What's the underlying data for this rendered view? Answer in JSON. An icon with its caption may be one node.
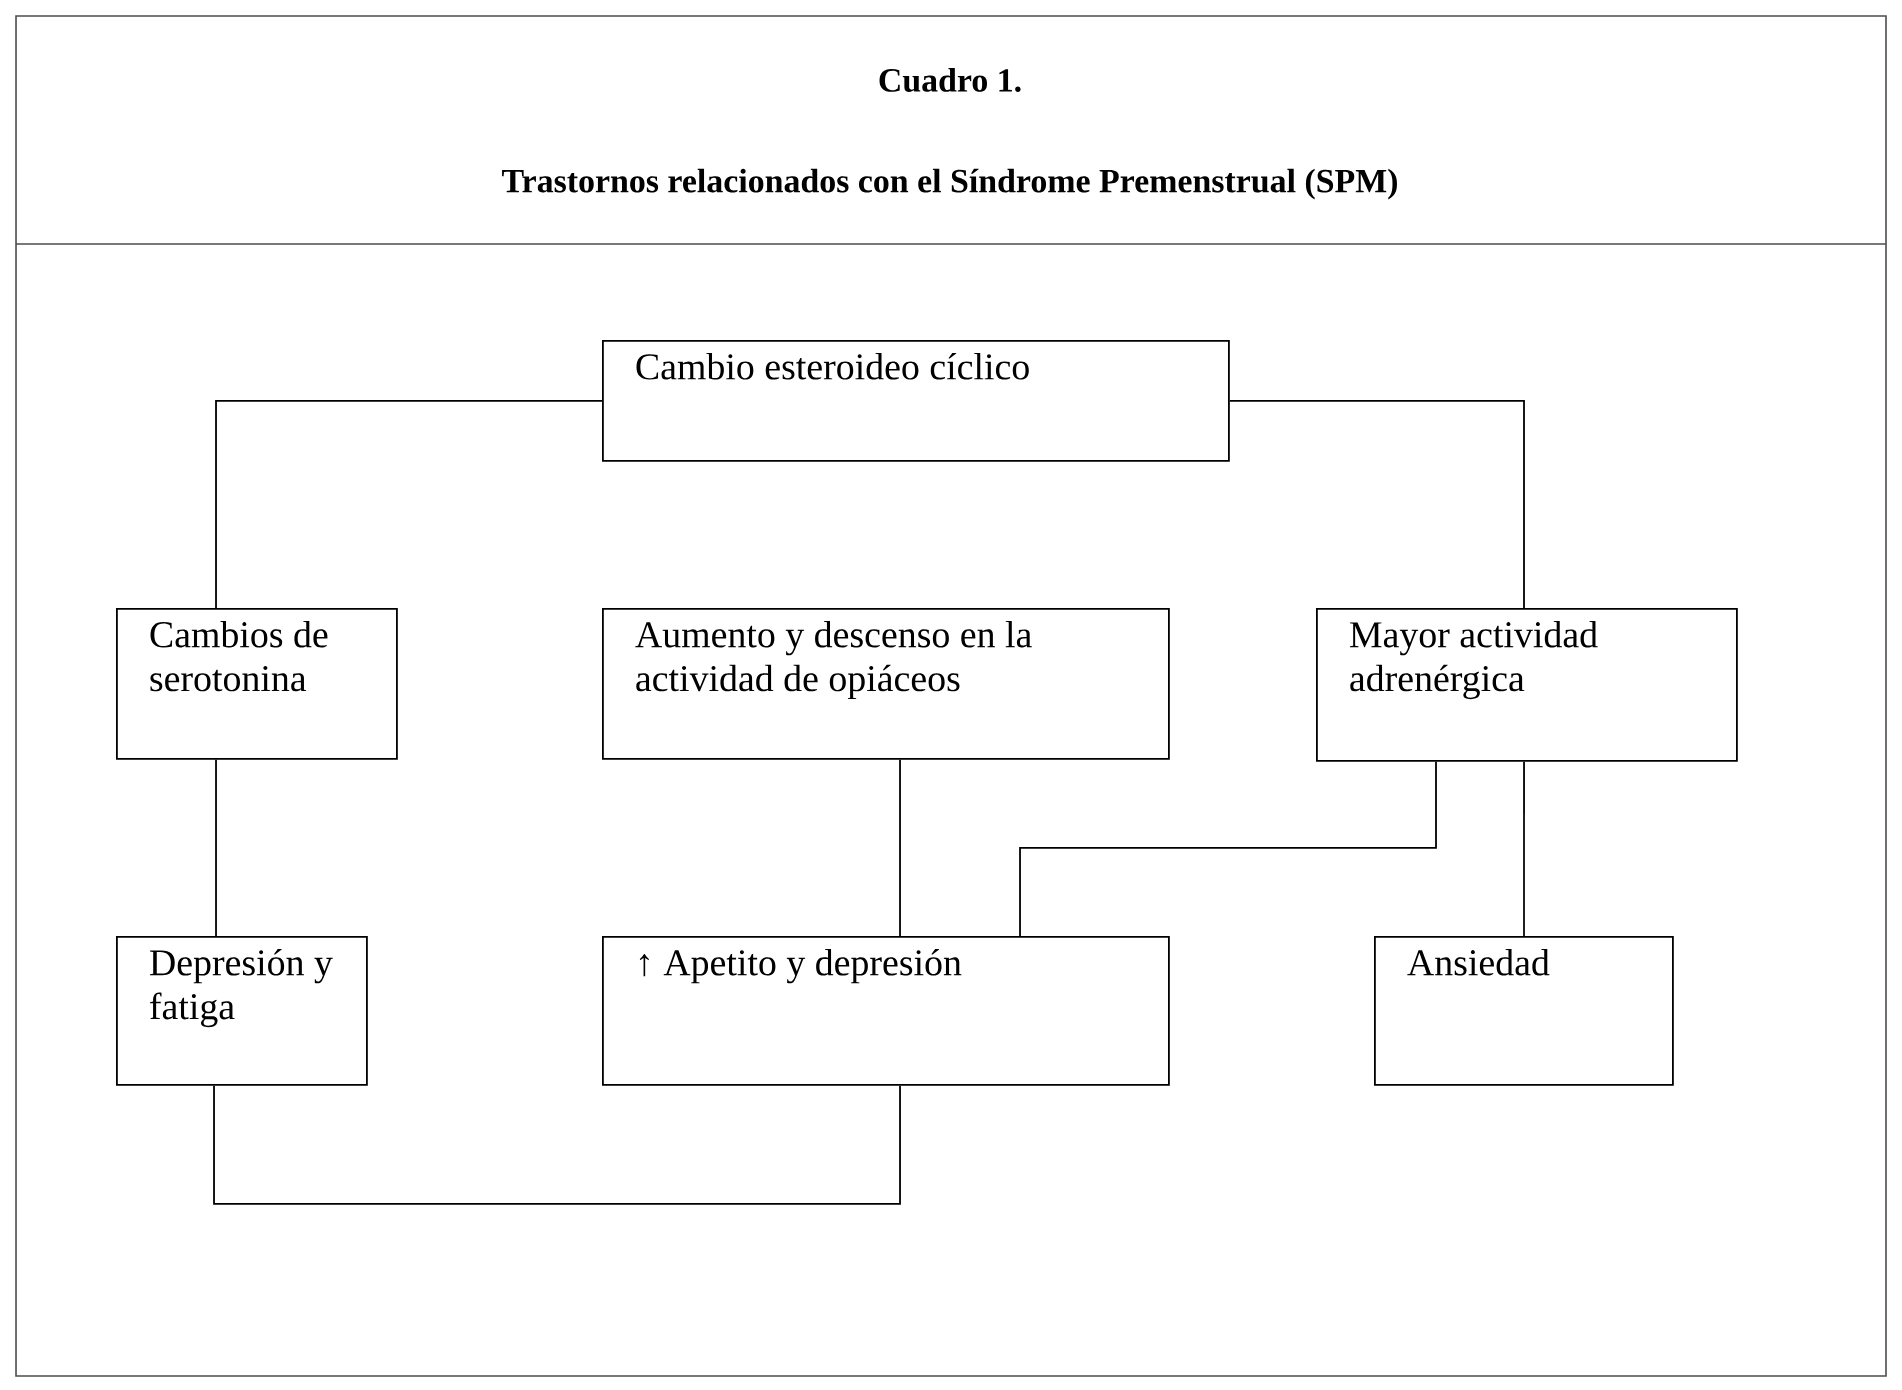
{
  "diagram": {
    "title": "Cuadro 1.",
    "nodes": [
      {
        "text": [
          "Cambio esteroideo cíclico"
        ]
      },
      {
        "text": [
          "Cambios de serotonina"
        ]
      },
      {
        "text": [
          "Aumento y descenso en la actividad de opiáceos"
        ]
      },
      {
        "text": [
          "Mayor actividad adrenérgica"
        ]
      },
      {
        "text": [
          "Depresión y fatiga"
        ]
      },
      {
        "text": [
          "↑ Apetito y depresión"
        ]
      },
      {
        "text": [
          "Ansiedad"
        ]
      }
    ],
    "edges": [
      {
        "from": 0,
        "to": 1,
        "arrow": "none"
      },
      {
        "from": 0,
        "to": 3,
        "arrow": "none"
      },
      {
        "from": 1,
        "to": 4,
        "arrow": "none"
      },
      {
        "from": 2,
        "to": 5,
        "arrow": "none"
      },
      {
        "from": 3,
        "to": 5,
        "arrow": "none"
      },
      {
        "from": 3,
        "to": 6,
        "arrow": "none"
      },
      {
        "from": 4,
        "to": 5,
        "arrow": "none"
      }
    ],
    "labels": [
      "Trastornos relacionados con el Síndrome Premenstrual (SPM)"
    ]
  }
}
